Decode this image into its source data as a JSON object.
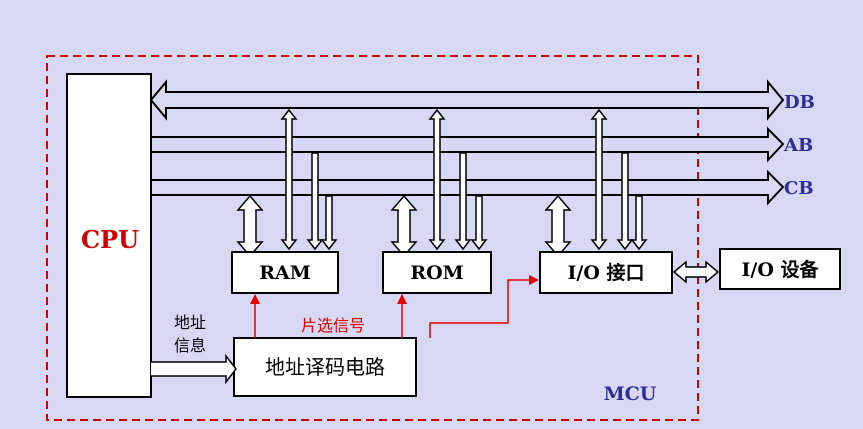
{
  "colors": {
    "background": "#d6d8f4",
    "line": "#000000",
    "box_fill": "#ffffff",
    "cpu_label": "#d10000",
    "bus_label": "#2e2e9a",
    "select_signal": "#e60000",
    "mcu_border": "#d10000"
  },
  "labels": {
    "cpu": "CPU",
    "db": "DB",
    "ab": "AB",
    "cb": "CB",
    "ram": "RAM",
    "rom": "ROM",
    "io_port": "I/O 接口",
    "io_device": "I/O 设备",
    "decoder": "地址译码电路",
    "addr_info_1": "地址",
    "addr_info_2": "信息",
    "chip_select": "片选信号",
    "mcu": "MCU"
  }
}
